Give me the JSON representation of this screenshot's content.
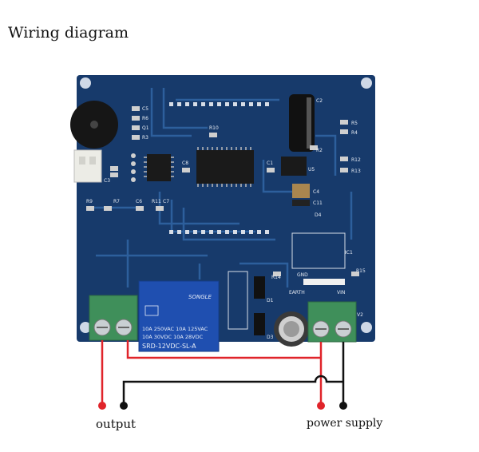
{
  "title": "Wiring diagram",
  "labels": {
    "output": "output",
    "power_supply": "power supply"
  },
  "relay": {
    "brand": "SONGLE",
    "line1": "10A 250VAC  10A 125VAC",
    "line2": "10A  30VDC  10A  28VDC",
    "model": "SRD-12VDC-SL-A"
  },
  "board_markings": {
    "terminal_gnd": "GND",
    "terminal_vin": "VIN",
    "earth": "EARTH",
    "ic1": "IC1",
    "r15": "R15",
    "r14": "R14",
    "v2": "V2",
    "d1": "D1",
    "d3": "D3",
    "r10": "R10",
    "c2": "C2",
    "r2": "R2",
    "u5": "U5",
    "c1": "C1",
    "c4": "C4",
    "c11": "C11",
    "d4": "D4",
    "r9": "R9",
    "r7": "R7",
    "c6": "C6",
    "r11": "R11",
    "c7": "C7",
    "c8": "C8",
    "c3": "C3",
    "c5": "C5",
    "r6": "R6",
    "q1": "Q1",
    "r3": "R3",
    "r5": "R5",
    "r4": "R4",
    "r12": "R12",
    "r13": "R13"
  },
  "colors": {
    "board": "#173a6b",
    "board_trace": "#2d5f9c",
    "terminal": "#3f8f5a",
    "relay": "#1f4fb0",
    "wire_red": "#e0242a",
    "wire_black": "#111111"
  }
}
